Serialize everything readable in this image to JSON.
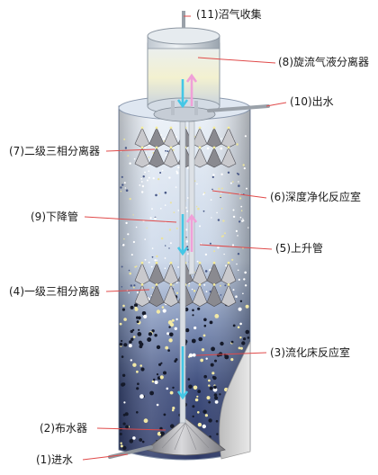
{
  "diagram": {
    "labels": [
      {
        "id": "biogas-collection",
        "text": "(11)沼气收集"
      },
      {
        "id": "cyclone-separator",
        "text": "(8)旋流气液分离器"
      },
      {
        "id": "water-outlet",
        "text": "(10)出水"
      },
      {
        "id": "secondary-separator",
        "text": "(7)二级三相分离器"
      },
      {
        "id": "deep-purification-chamber",
        "text": "(6)深度净化反应室"
      },
      {
        "id": "downcomer",
        "text": "(9)下降管"
      },
      {
        "id": "riser",
        "text": "(5)上升管"
      },
      {
        "id": "primary-separator",
        "text": "(4)一级三相分离器"
      },
      {
        "id": "fluidized-bed-chamber",
        "text": "(3)流化床反应室"
      },
      {
        "id": "water-distributor",
        "text": "(2)布水器"
      },
      {
        "id": "water-inlet",
        "text": "(1)进水"
      }
    ],
    "colors": {
      "leader_line": "#e04a4a",
      "flow_down": "#44c7e6",
      "flow_up": "#f0a0d8",
      "vessel_glass": "#c7d6e8",
      "sludge": "#2b3a66"
    }
  }
}
